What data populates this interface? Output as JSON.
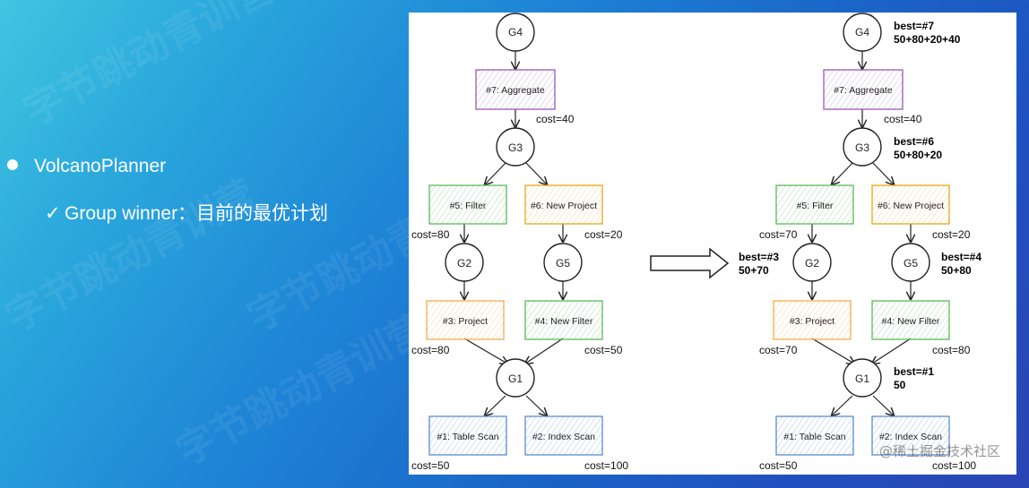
{
  "slide": {
    "bullet1": "VolcanoPlanner",
    "bullet2_check": "✓",
    "bullet2": "Group winner：目前的最优计划",
    "watermark": "字节跳动青训营",
    "footer_watermark": "@稀土掘金技术社区"
  },
  "colors": {
    "aggregate": "#9b59b6",
    "filter": "#5cb85c",
    "project": "#f0ad4e",
    "scan": "#5b8dd0",
    "newproject": "#e6a817"
  },
  "left": {
    "groups": {
      "g4": "G4",
      "g3": "G3",
      "g2": "G2",
      "g5": "G5",
      "g1": "G1"
    },
    "boxes": {
      "aggregate": "#7: Aggregate",
      "filter": "#5: Filter",
      "newproject": "#6: New Project",
      "project": "#3: Project",
      "newfilter": "#4: New Filter",
      "tablescan": "#1: Table Scan",
      "indexscan": "#2: Index Scan"
    },
    "costs": {
      "aggregate": "cost=40",
      "filter": "cost=80",
      "newproject": "cost=20",
      "project": "cost=80",
      "newfilter": "cost=50",
      "tablescan": "cost=50",
      "indexscan": "cost=100"
    }
  },
  "right": {
    "groups": {
      "g4": "G4",
      "g3": "G3",
      "g2": "G2",
      "g5": "G5",
      "g1": "G1"
    },
    "boxes": {
      "aggregate": "#7: Aggregate",
      "filter": "#5: Filter",
      "newproject": "#6: New Project",
      "project": "#3: Project",
      "newfilter": "#4: New Filter",
      "tablescan": "#1: Table Scan",
      "indexscan": "#2: Index Scan"
    },
    "costs": {
      "aggregate": "cost=40",
      "filter": "cost=70",
      "newproject": "cost=20",
      "project": "cost=70",
      "newfilter": "cost=80",
      "tablescan": "cost=50",
      "indexscan": "cost=100"
    },
    "best": {
      "g4_line1": "best=#7",
      "g4_line2": "50+80+20+40",
      "g3_line1": "best=#6",
      "g3_line2": "50+80+20",
      "g2_line1": "best=#3",
      "g2_line2": "50+70",
      "g5_line1": "best=#4",
      "g5_line2": "50+80",
      "g1_line1": "best=#1",
      "g1_line2": "50"
    }
  }
}
